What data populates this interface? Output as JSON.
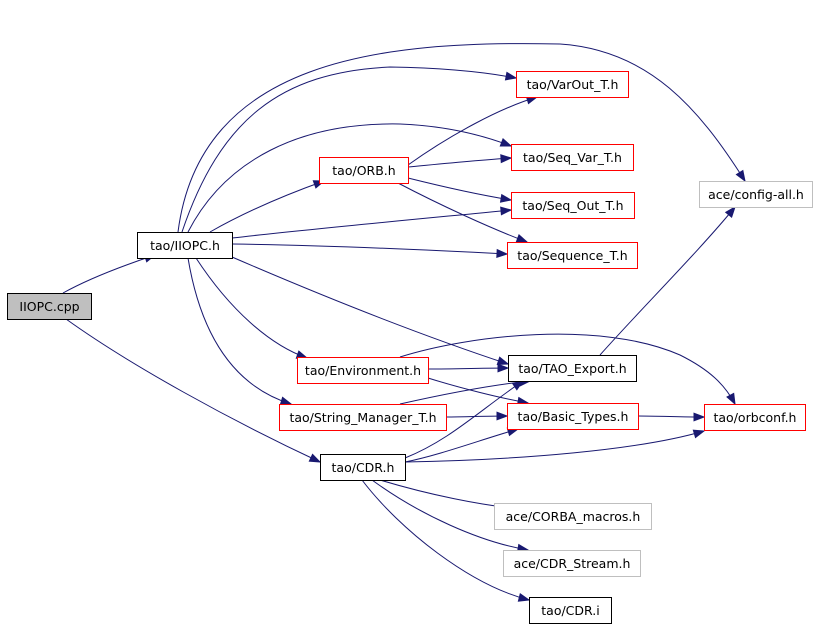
{
  "colors": {
    "edge": "#191970",
    "root_fill": "#bfbfbf",
    "border_black": "#000000",
    "border_red": "#ff0000",
    "border_gray": "#bfbfbf"
  },
  "nodes": [
    {
      "id": "iiopc_cpp",
      "label": "IIOPC.cpp",
      "style": "root"
    },
    {
      "id": "tao_iiopc_h",
      "label": "tao/IIOPC.h",
      "style": "black"
    },
    {
      "id": "tao_orb_h",
      "label": "tao/ORB.h",
      "style": "red"
    },
    {
      "id": "tao_varout_t_h",
      "label": "tao/VarOut_T.h",
      "style": "red"
    },
    {
      "id": "tao_seq_var_t_h",
      "label": "tao/Seq_Var_T.h",
      "style": "red"
    },
    {
      "id": "tao_seq_out_t_h",
      "label": "tao/Seq_Out_T.h",
      "style": "red"
    },
    {
      "id": "tao_sequence_t_h",
      "label": "tao/Sequence_T.h",
      "style": "red"
    },
    {
      "id": "ace_config_all_h",
      "label": "ace/config-all.h",
      "style": "gray"
    },
    {
      "id": "tao_environment_h",
      "label": "tao/Environment.h",
      "style": "red"
    },
    {
      "id": "tao_tao_export_h",
      "label": "tao/TAO_Export.h",
      "style": "black"
    },
    {
      "id": "tao_string_manager_t_h",
      "label": "tao/String_Manager_T.h",
      "style": "red"
    },
    {
      "id": "tao_basic_types_h",
      "label": "tao/Basic_Types.h",
      "style": "red"
    },
    {
      "id": "tao_orbconf_h",
      "label": "tao/orbconf.h",
      "style": "red"
    },
    {
      "id": "tao_cdr_h",
      "label": "tao/CDR.h",
      "style": "black"
    },
    {
      "id": "ace_corba_macros_h",
      "label": "ace/CORBA_macros.h",
      "style": "gray"
    },
    {
      "id": "ace_cdr_stream_h",
      "label": "ace/CDR_Stream.h",
      "style": "gray"
    },
    {
      "id": "tao_cdr_i",
      "label": "tao/CDR.i",
      "style": "black"
    }
  ],
  "edges": [
    {
      "from": "iiopc_cpp",
      "to": "tao_iiopc_h"
    },
    {
      "from": "iiopc_cpp",
      "to": "tao_cdr_h"
    },
    {
      "from": "tao_iiopc_h",
      "to": "tao_orb_h"
    },
    {
      "from": "tao_iiopc_h",
      "to": "tao_varout_t_h"
    },
    {
      "from": "tao_iiopc_h",
      "to": "tao_seq_var_t_h"
    },
    {
      "from": "tao_iiopc_h",
      "to": "tao_seq_out_t_h"
    },
    {
      "from": "tao_iiopc_h",
      "to": "tao_sequence_t_h"
    },
    {
      "from": "tao_iiopc_h",
      "to": "ace_config_all_h"
    },
    {
      "from": "tao_iiopc_h",
      "to": "tao_environment_h"
    },
    {
      "from": "tao_iiopc_h",
      "to": "tao_tao_export_h"
    },
    {
      "from": "tao_iiopc_h",
      "to": "tao_string_manager_t_h"
    },
    {
      "from": "tao_orb_h",
      "to": "tao_varout_t_h"
    },
    {
      "from": "tao_orb_h",
      "to": "tao_seq_var_t_h"
    },
    {
      "from": "tao_orb_h",
      "to": "tao_seq_out_t_h"
    },
    {
      "from": "tao_orb_h",
      "to": "tao_sequence_t_h"
    },
    {
      "from": "tao_environment_h",
      "to": "tao_tao_export_h"
    },
    {
      "from": "tao_environment_h",
      "to": "tao_basic_types_h"
    },
    {
      "from": "tao_environment_h",
      "to": "tao_orbconf_h"
    },
    {
      "from": "tao_string_manager_t_h",
      "to": "tao_tao_export_h"
    },
    {
      "from": "tao_string_manager_t_h",
      "to": "tao_basic_types_h"
    },
    {
      "from": "tao_tao_export_h",
      "to": "ace_config_all_h"
    },
    {
      "from": "tao_basic_types_h",
      "to": "tao_orbconf_h"
    },
    {
      "from": "tao_cdr_h",
      "to": "tao_tao_export_h"
    },
    {
      "from": "tao_cdr_h",
      "to": "tao_basic_types_h"
    },
    {
      "from": "tao_cdr_h",
      "to": "tao_orbconf_h"
    },
    {
      "from": "tao_cdr_h",
      "to": "ace_corba_macros_h"
    },
    {
      "from": "tao_cdr_h",
      "to": "ace_cdr_stream_h"
    },
    {
      "from": "tao_cdr_h",
      "to": "tao_cdr_i"
    }
  ]
}
